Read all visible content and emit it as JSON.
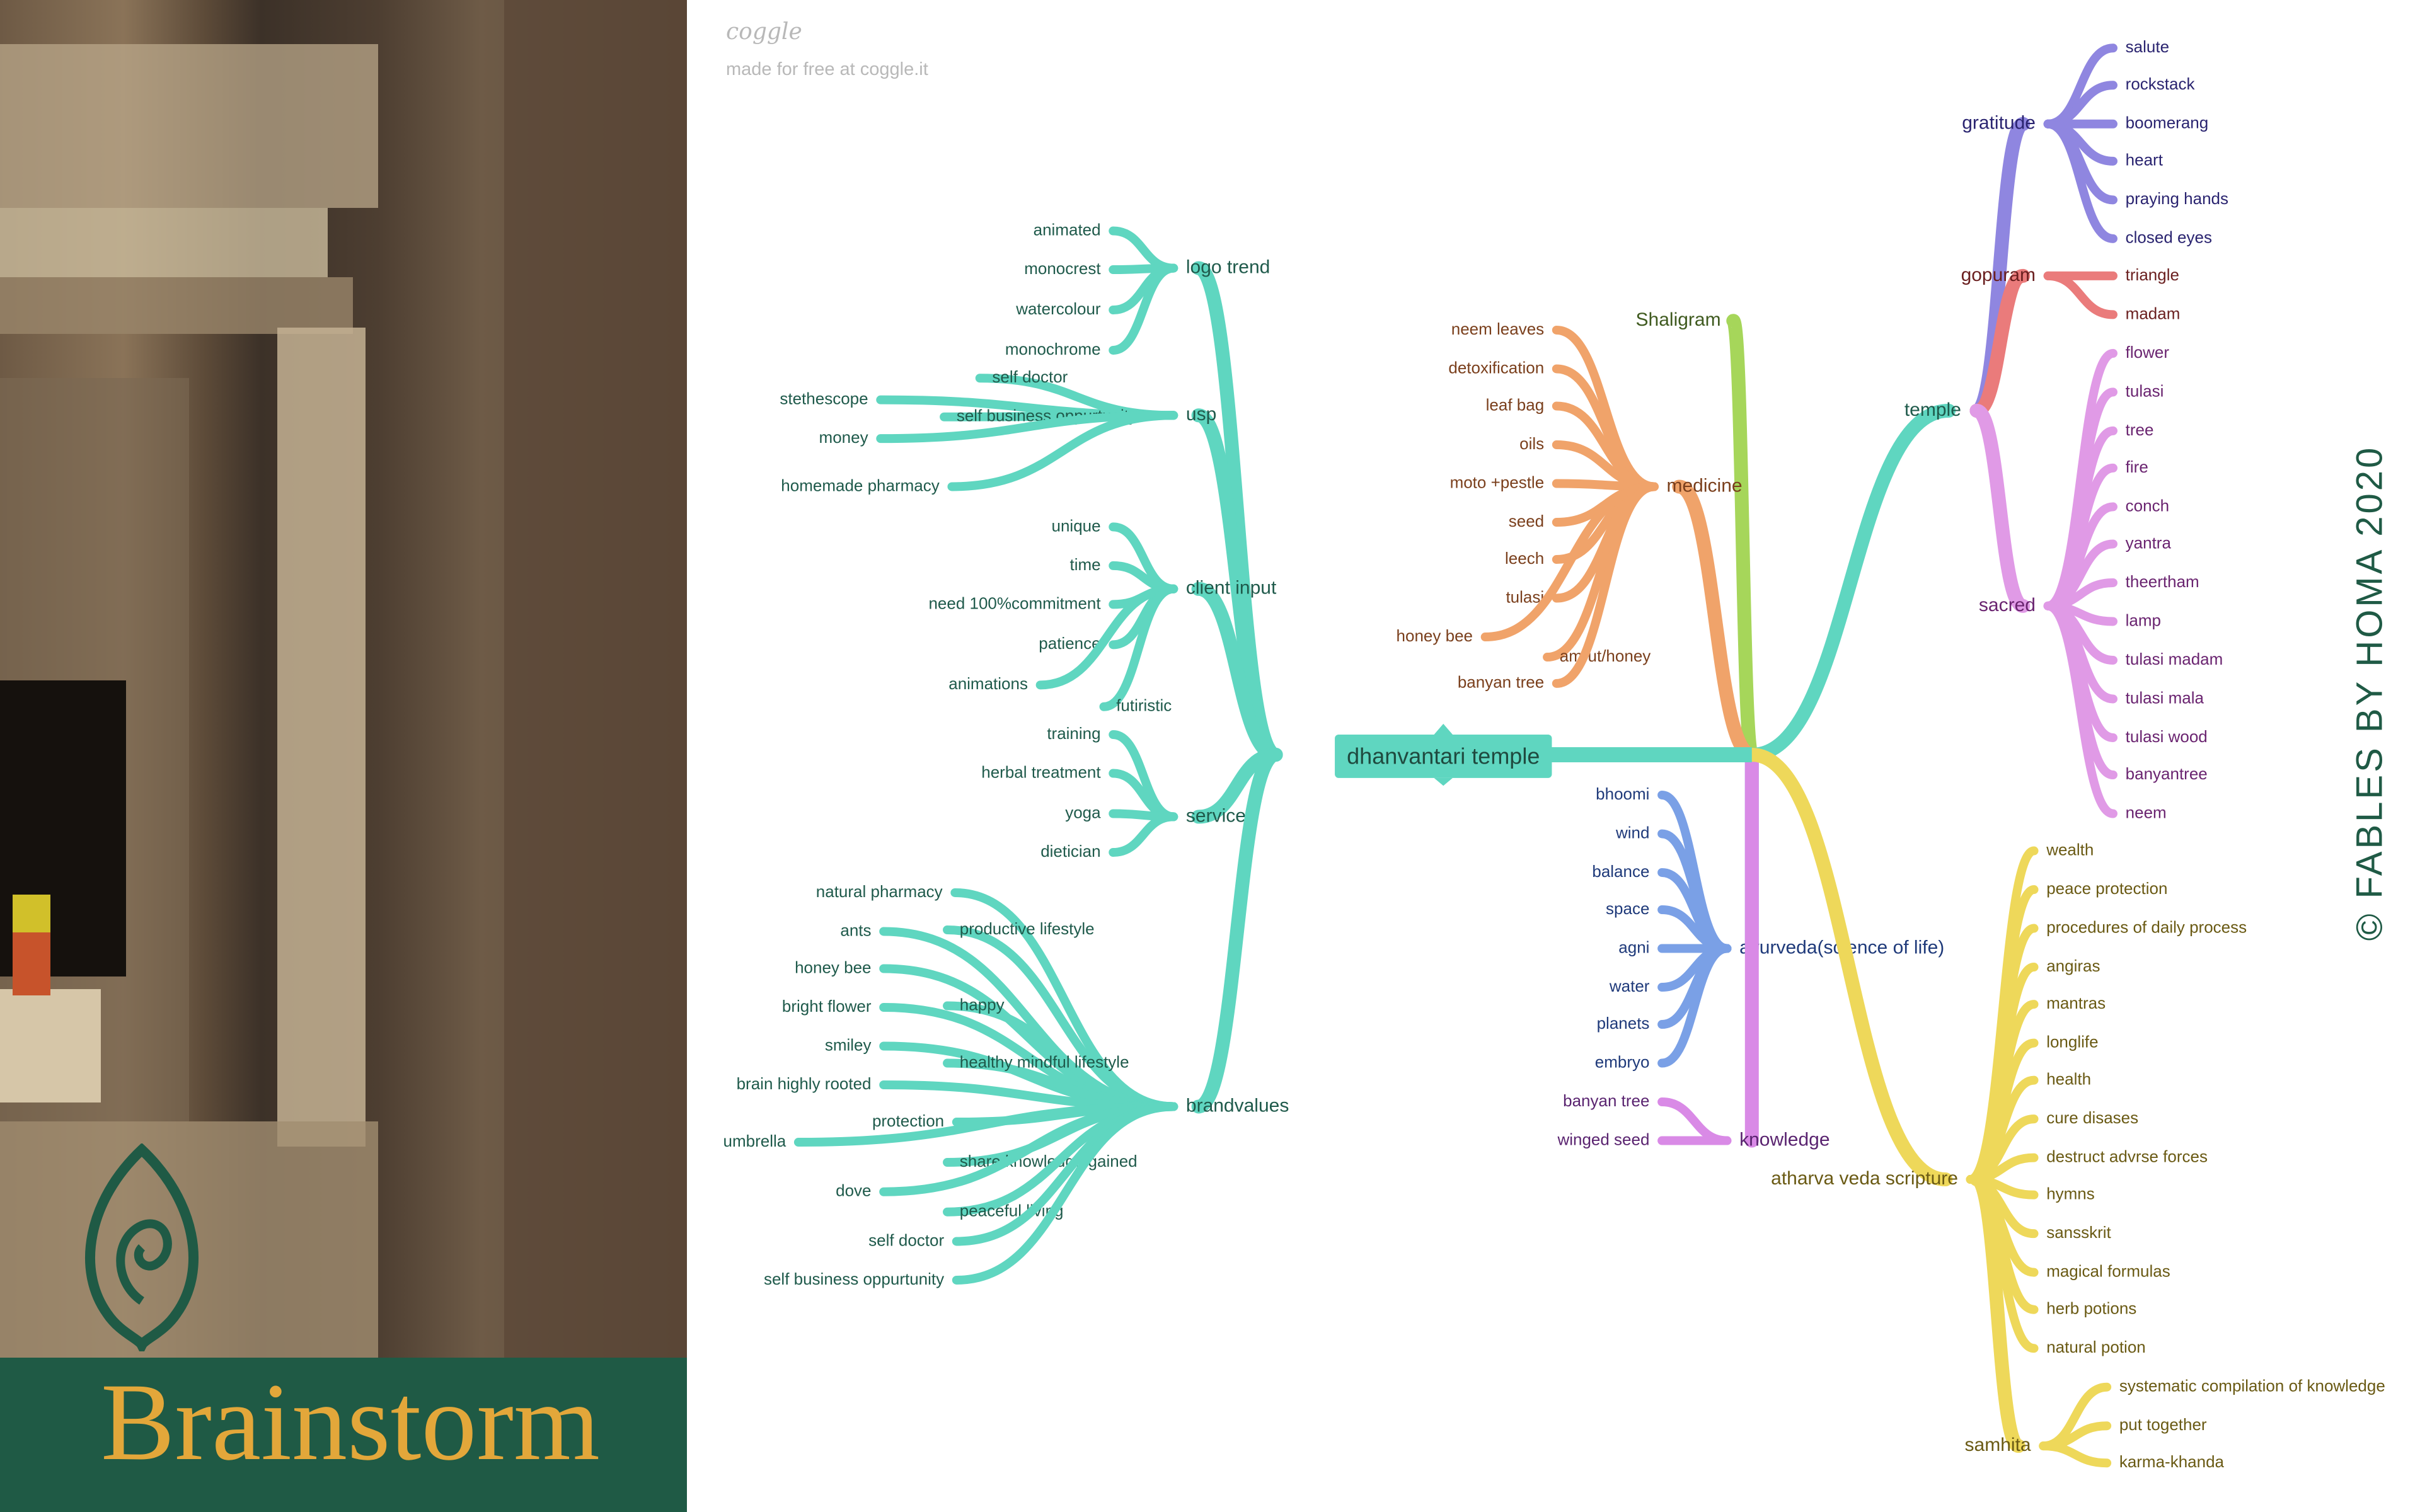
{
  "header": {
    "logo": "coggle",
    "note": "made for free at coggle.it"
  },
  "brand": {
    "title": "Brainstorm",
    "copyright": "© FABLES BY HOMA 2020"
  },
  "colors": {
    "banner": "#1f5a45",
    "title": "#e3a73a"
  },
  "root": {
    "label": "dhanvantari temple"
  },
  "branches": [
    {
      "label": "logo trend",
      "color": "#5fd6c0",
      "text": "#1f5a4b",
      "items": [
        "animated",
        "monocrest",
        "watercolour",
        "monochrome"
      ]
    },
    {
      "label": "usp",
      "color": "#5fd6c0",
      "text": "#1f5a4b",
      "items": [
        "self doctor",
        "stethescope",
        "self business oppurtunity",
        "money",
        "homemade pharmacy"
      ]
    },
    {
      "label": "client input",
      "color": "#5fd6c0",
      "text": "#1f5a4b",
      "items": [
        "unique",
        "time",
        "need 100%commitment",
        "patience",
        "animations",
        "futiristic"
      ]
    },
    {
      "label": "service",
      "color": "#5fd6c0",
      "text": "#1f5a4b",
      "items": [
        "training",
        "herbal treatment",
        "yoga",
        "dietician"
      ]
    },
    {
      "label": "brandvalues",
      "color": "#5fd6c0",
      "text": "#1f5a4b",
      "items": [
        "natural pharmacy",
        "productive lifestyle",
        "ants",
        "honey bee",
        "happy",
        "bright flower",
        "smiley",
        "healthy mindful lifestyle",
        "brain highly rooted",
        "protection",
        "umbrella",
        "share knowledge gained",
        "dove",
        "peaceful living",
        "self doctor",
        "self business oppurtunity"
      ]
    },
    {
      "label": "Shaligram",
      "color": "#a6d65a",
      "text": "#3f5a1f",
      "items": []
    },
    {
      "label": "medicine",
      "color": "#f0a36a",
      "text": "#7a3f1c",
      "items": [
        "neem leaves",
        "detoxification",
        "leaf bag",
        "oils",
        "moto +pestle",
        "seed",
        "leech",
        "tulasi",
        "honey bee",
        "amrut/honey",
        "banyan tree"
      ]
    },
    {
      "label": "temple",
      "color": "#5fd6c0",
      "text": "#1f5a4b",
      "items": []
    },
    {
      "label": "gratitude",
      "color": "#8f86e0",
      "text": "#2a2470",
      "items": [
        "salute",
        "rockstack",
        "boomerang",
        "heart",
        "praying hands",
        "closed eyes"
      ]
    },
    {
      "label": "gopuram",
      "color": "#ea7b7b",
      "text": "#6a1f1f",
      "items": [
        "triangle",
        "madam"
      ]
    },
    {
      "label": "sacred",
      "color": "#e09ae6",
      "text": "#6a2470",
      "items": [
        "flower",
        "tulasi",
        "tree",
        "fire",
        "conch",
        "yantra",
        "theertham",
        "lamp",
        "tulasi madam",
        "tulasi mala",
        "tulasi wood",
        "banyantree",
        "neem"
      ]
    },
    {
      "label": "ayurveda(science of life)",
      "color": "#7aa0e6",
      "text": "#1f3a7a",
      "items": [
        "bhoomi",
        "wind",
        "balance",
        "space",
        "agni",
        "water",
        "planets",
        "embryo"
      ]
    },
    {
      "label": "knowledge",
      "color": "#d98ae6",
      "text": "#5a2470",
      "items": [
        "banyan tree",
        "winged seed"
      ]
    },
    {
      "label": "atharva veda scripture",
      "color": "#eed85a",
      "text": "#6a5a14",
      "items": [
        "wealth",
        "peace protection",
        "procedures of daily process",
        "angiras",
        "mantras",
        "longlife",
        "health",
        "cure disases",
        "destruct advrse forces",
        "hymns",
        "sansskrit",
        "magical formulas",
        "herb potions",
        "natural potion"
      ]
    },
    {
      "label": "samhita",
      "color": "#eed85a",
      "text": "#6a5a14",
      "items": [
        "systematic compilation of knowledge",
        "put together",
        "karma-khanda"
      ]
    }
  ]
}
